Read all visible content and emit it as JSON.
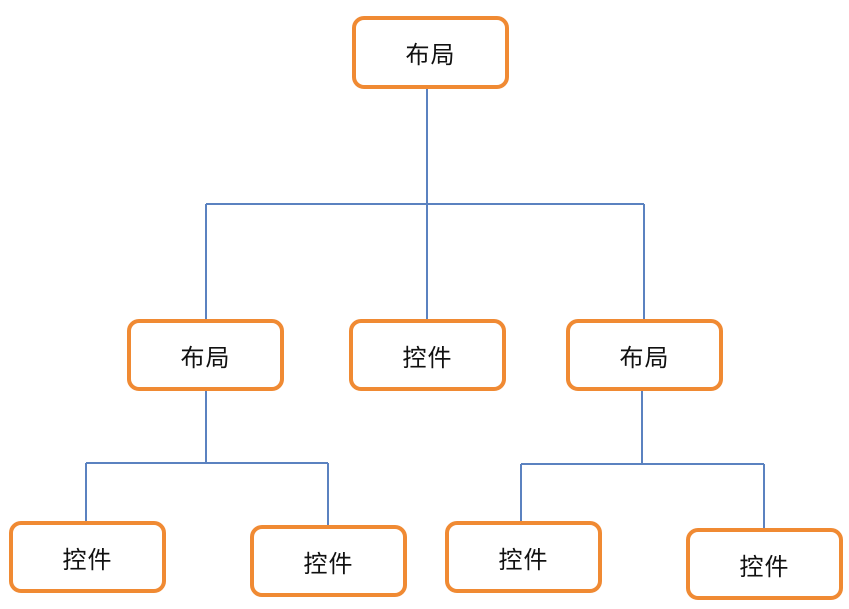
{
  "diagram": {
    "colors": {
      "node_border": "#f08a33",
      "connector": "#5b82c0",
      "background": "#ffffff"
    },
    "nodes": [
      {
        "id": "root",
        "label": "布局"
      },
      {
        "id": "layout-left",
        "label": "布局"
      },
      {
        "id": "control-middle",
        "label": "控件"
      },
      {
        "id": "layout-right",
        "label": "布局"
      },
      {
        "id": "control-1",
        "label": "控件"
      },
      {
        "id": "control-2",
        "label": "控件"
      },
      {
        "id": "control-3",
        "label": "控件"
      },
      {
        "id": "control-4",
        "label": "控件"
      }
    ],
    "edges": [
      {
        "from": "root",
        "to": "layout-left"
      },
      {
        "from": "root",
        "to": "control-middle"
      },
      {
        "from": "root",
        "to": "layout-right"
      },
      {
        "from": "layout-left",
        "to": "control-1"
      },
      {
        "from": "layout-left",
        "to": "control-2"
      },
      {
        "from": "layout-right",
        "to": "control-3"
      },
      {
        "from": "layout-right",
        "to": "control-4"
      }
    ]
  }
}
